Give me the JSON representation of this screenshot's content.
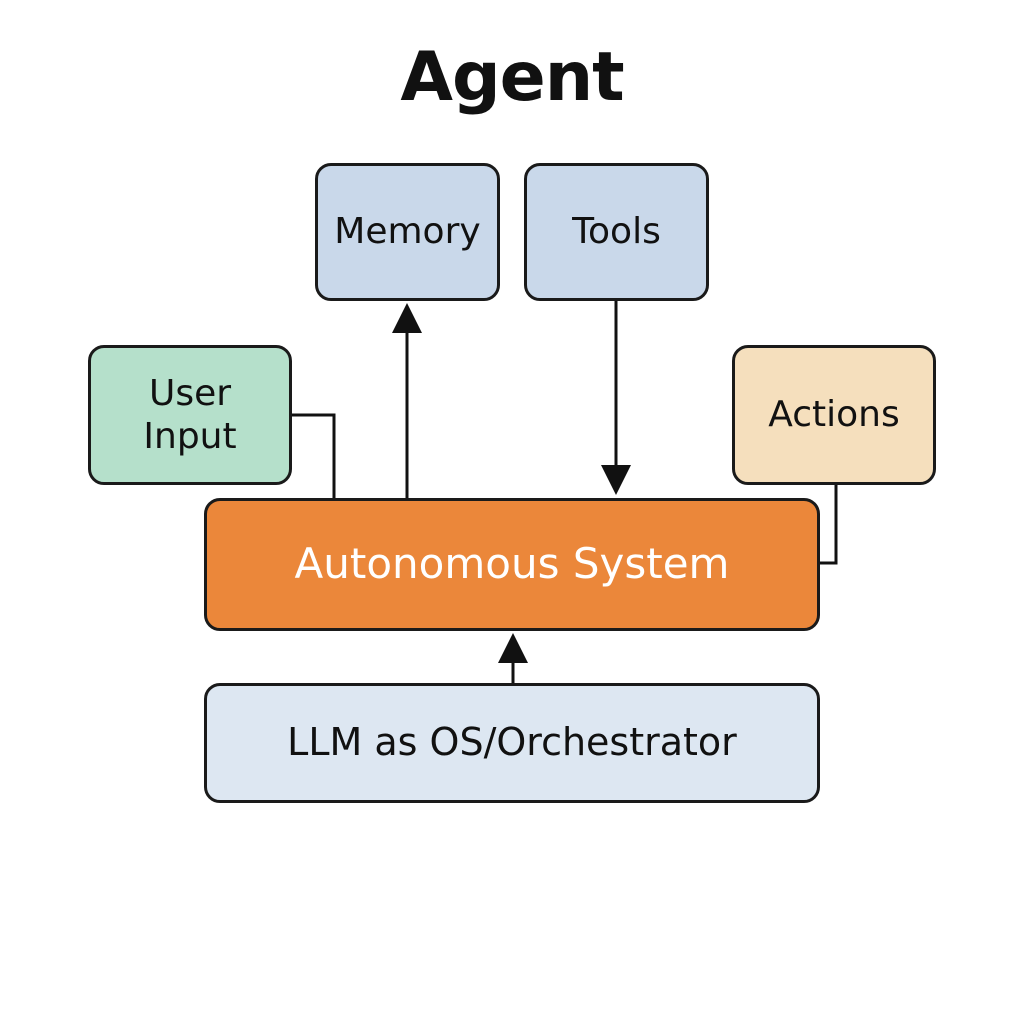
{
  "title": "Agent",
  "colors": {
    "blue_box": "#c9d8ea",
    "green_box": "#b5e0cb",
    "peach_box": "#f5dfbd",
    "orange_box": "#eb873a",
    "light_box": "#dde7f2",
    "border": "#1a1a1a",
    "white_text": "#ffffff"
  },
  "nodes": {
    "memory": "Memory",
    "tools": "Tools",
    "user_input": "User\nInput",
    "actions": "Actions",
    "autonomous_system": "Autonomous System",
    "llm": "LLM as OS/Orchestrator"
  },
  "edges": [
    {
      "from": "autonomous_system",
      "to": "memory",
      "arrow": true
    },
    {
      "from": "tools",
      "to": "autonomous_system",
      "arrow": true
    },
    {
      "from": "user_input",
      "to": "autonomous_system",
      "arrow": false
    },
    {
      "from": "actions",
      "to": "autonomous_system",
      "arrow": false
    },
    {
      "from": "llm",
      "to": "autonomous_system",
      "arrow": true
    }
  ]
}
